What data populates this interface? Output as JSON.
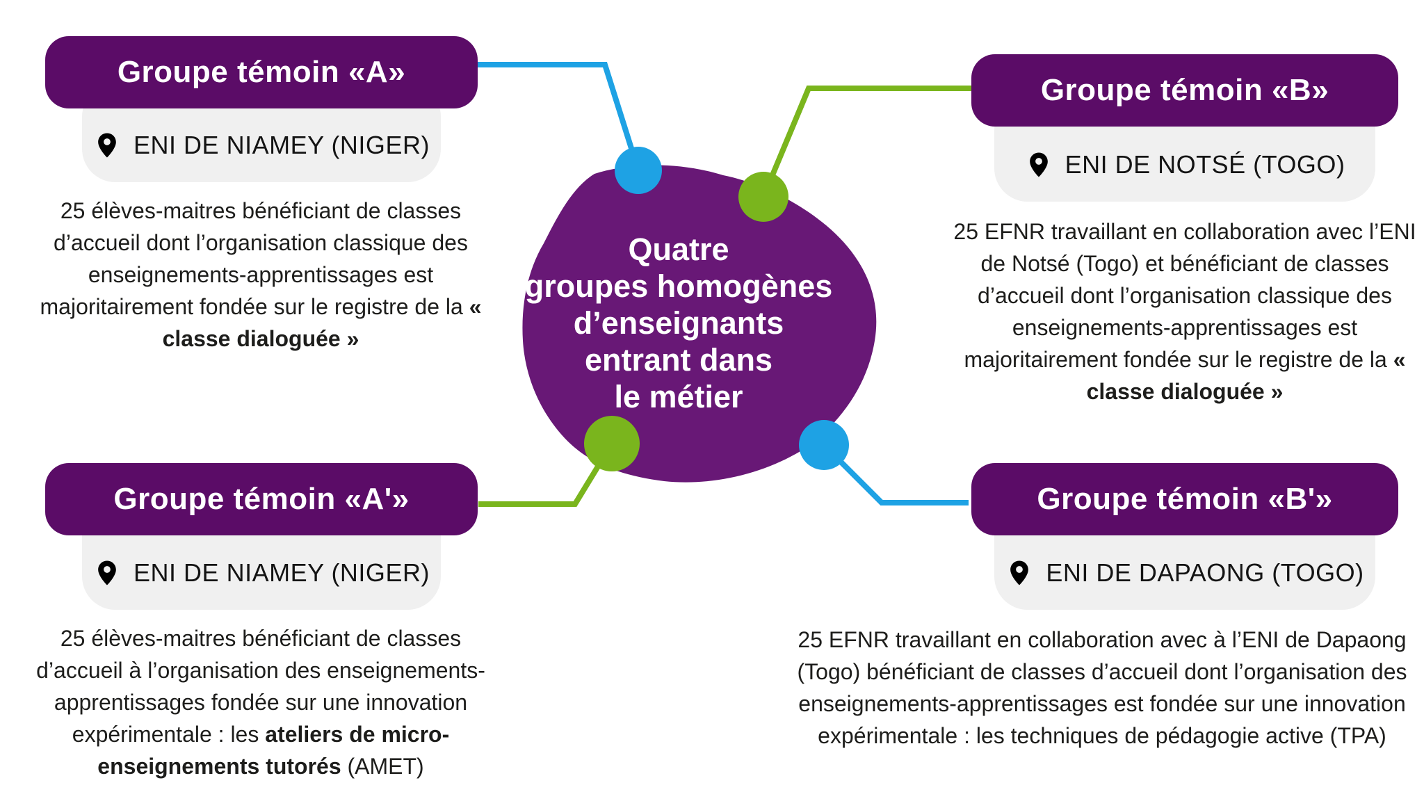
{
  "colors": {
    "purple_box": "#5B0C67",
    "purple_blob": "#681876",
    "blue": "#1EA2E4",
    "green": "#7AB51D",
    "gray_bar": "#F0F0F0",
    "text": "#1D1D1B"
  },
  "center": {
    "lines": [
      "Quatre",
      "groupes homogènes",
      "d’enseignants",
      "entrant dans",
      "le métier"
    ]
  },
  "icons": {
    "location": "map-pin-icon"
  },
  "groups": [
    {
      "id": "A",
      "title": "Groupe témoin «A»",
      "location": "ENI DE NIAMEY (NIGER)",
      "text_before": "25 élèves-maitres bénéficiant de classes d’accueil dont l’organisation classique des enseignements-apprentissages est majoritairement fondée sur le registre de la ",
      "text_bold": "« classe dialoguée »",
      "text_after": "",
      "connector_color": "blue"
    },
    {
      "id": "B",
      "title": "Groupe témoin «B»",
      "location": "ENI DE NOTSÉ (TOGO)",
      "text_before": "25 EFNR travaillant en collaboration avec l’ENI de Notsé (Togo) et bénéficiant de classes d’accueil dont l’organisation classique des enseignements-apprentissages est majoritairement fondée sur le registre de la ",
      "text_bold": "« classe dialoguée »",
      "text_after": "",
      "connector_color": "green"
    },
    {
      "id": "A'",
      "title": "Groupe témoin «A'»",
      "location": "ENI DE NIAMEY (NIGER)",
      "text_before": "25 élèves-maitres bénéficiant de classes d’accueil à l’organisation des enseignements-apprentissages fondée sur une innovation expérimentale : les ",
      "text_bold": "ateliers de micro-enseignements tutorés",
      "text_after": " (AMET)",
      "connector_color": "green"
    },
    {
      "id": "B'",
      "title": "Groupe témoin «B'»",
      "location": "ENI DE DAPAONG (TOGO)",
      "text_before": "25 EFNR travaillant en collaboration avec à l’ENI de Dapaong (Togo) bénéficiant de classes d’accueil dont l’organisation des enseignements-apprentissages est fondée sur une innovation expérimentale : les techniques de pédagogie active (TPA)",
      "text_bold": "",
      "text_after": "",
      "connector_color": "blue"
    }
  ]
}
